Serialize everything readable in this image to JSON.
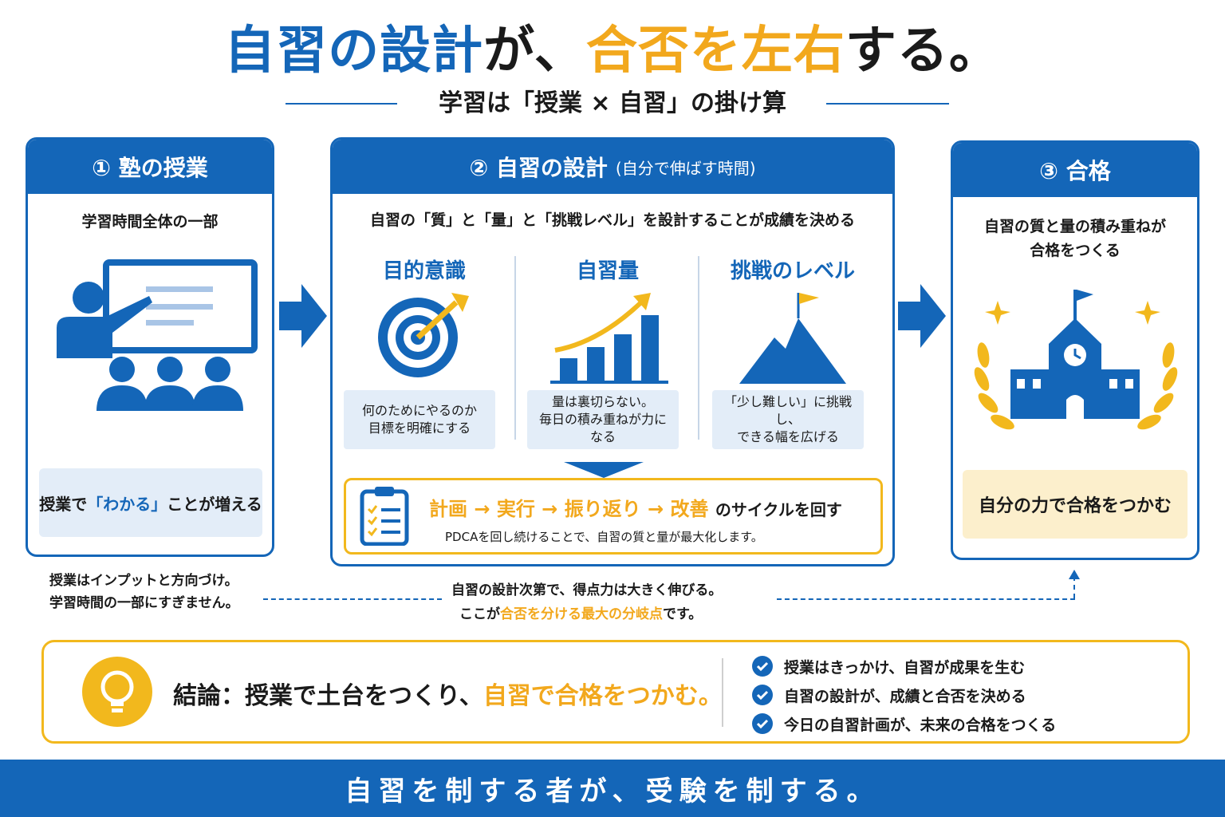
{
  "title": {
    "part1": "自習の設計",
    "part2": "が、",
    "part3": "合否を左右",
    "part4": "する。"
  },
  "subtitle": "学習は「授業 × 自習」の掛け算",
  "panel1": {
    "header": "① 塾の授業",
    "text": "学習時間全体の一部",
    "box_prefix": "授業で",
    "box_accent": "「わかる」",
    "box_suffix": "ことが増える"
  },
  "panel2": {
    "header": "② 自習の設計",
    "header_small": "(自分で伸ばす時間)",
    "text": "自習の「質」と「量」と「挑戦レベル」を設計することが成績を決める",
    "columns": [
      {
        "title": "目的意識",
        "desc": "何のためにやるのか\n目標を明確にする",
        "icon": "target-icon"
      },
      {
        "title": "自習量",
        "desc": "量は裏切らない。\n毎日の積み重ねが力に\nなる",
        "icon": "growth-chart-icon"
      },
      {
        "title": "挑戦のレベル",
        "desc": "「少し難しい」に挑戦し、\nできる幅を広げる",
        "icon": "mountain-flag-icon"
      }
    ],
    "cycle_title": "計画 → 実行 → 振り返り → 改善",
    "cycle_suffix": "のサイクルを回す",
    "cycle_sub": "PDCAを回し続けることで、自習の質と量が最大化します。"
  },
  "panel3": {
    "header": "③ 合格",
    "text_line1": "自習の質と量の積み重ねが",
    "text_line2": "合格をつくる",
    "box": "自分の力で合格をつかむ"
  },
  "notes": {
    "left_line1": "授業はインプットと方向づけ。",
    "left_line2": "学習時間の一部にすぎません。",
    "center_line1": "自習の設計次第で、得点力は大きく伸びる。",
    "center_line2_prefix": "ここが",
    "center_line2_accent": "合否を分ける最大の分岐点",
    "center_line2_suffix": "です。"
  },
  "conclusion": {
    "prefix": "結論：授業で土台をつくり、",
    "accent": "自習で合格をつかむ。",
    "checks": [
      "授業はきっかけ、自習が成果を生む",
      "自習の設計が、成績と合否を決める",
      "今日の自習計画が、未来の合格をつくる"
    ]
  },
  "footer": "自習を制する者が、受験を制する。",
  "colors": {
    "blue": "#1466b8",
    "orange": "#f2a81d",
    "light_blue": "#e3edf8",
    "light_orange": "#fcefcc"
  }
}
